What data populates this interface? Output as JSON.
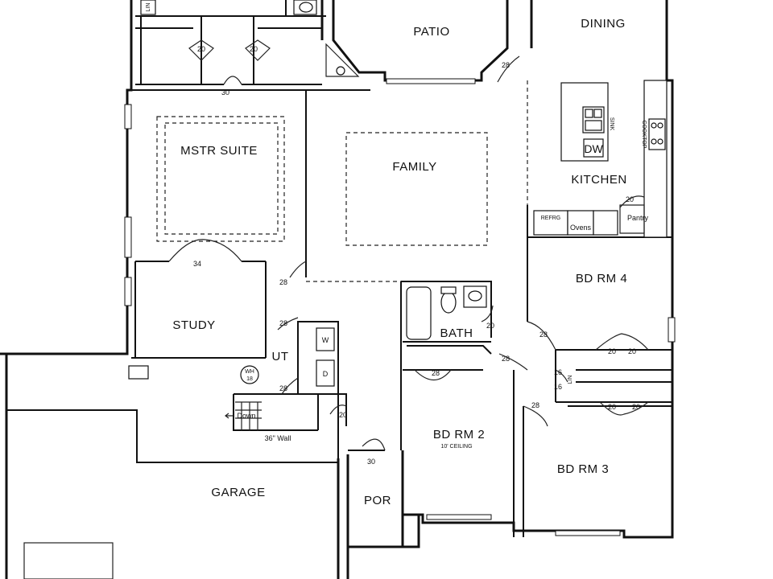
{
  "rooms": {
    "patio": "PATIO",
    "dining": "DINING",
    "mstr_suite": "MSTR SUITE",
    "family": "FAMILY",
    "kitchen": "KITCHEN",
    "bd_rm_4": "BD RM 4",
    "study": "STUDY",
    "bath": "BATH",
    "ut": "UT",
    "bd_rm_2": "BD RM 2",
    "bd_rm_2_note": "10' CEILING",
    "bd_rm_3": "BD RM 3",
    "garage": "GARAGE",
    "por": "POR"
  },
  "fixtures": {
    "refrg": "REFRG",
    "ovens": "Ovens",
    "pantry": "Pantry",
    "sink": "SINK",
    "dw": "DW",
    "cooktop": "COOKTOP",
    "washer": "W",
    "dryer": "D",
    "water_heater": "WH",
    "water_heater_num": "18",
    "linen_top": "LIN",
    "linen_hall": "LIN",
    "down": "Down",
    "wall_note": "36\" Wall"
  },
  "door_labels": {
    "d_closet_left": "20",
    "d_closet_right": "20",
    "d_mstr_hall": "30",
    "d_patio": "28",
    "d_kitchen_pantry": "20",
    "d_study": "34",
    "d_mstr_side": "28",
    "d_ut_top": "28",
    "d_ut_bottom": "28",
    "d_bath_hall": "20",
    "d_hall_28": "28",
    "d_bd4": "28",
    "d_bd4_closet_a": "20",
    "d_bd4_closet_b": "20",
    "d_lin_a": "16",
    "d_lin_b": "16",
    "d_bd2": "28",
    "d_bd3_closet_a": "20",
    "d_bd3_closet_b": "20",
    "d_bd3": "28",
    "d_hall_closet": "20",
    "d_garage_entry": "30"
  }
}
